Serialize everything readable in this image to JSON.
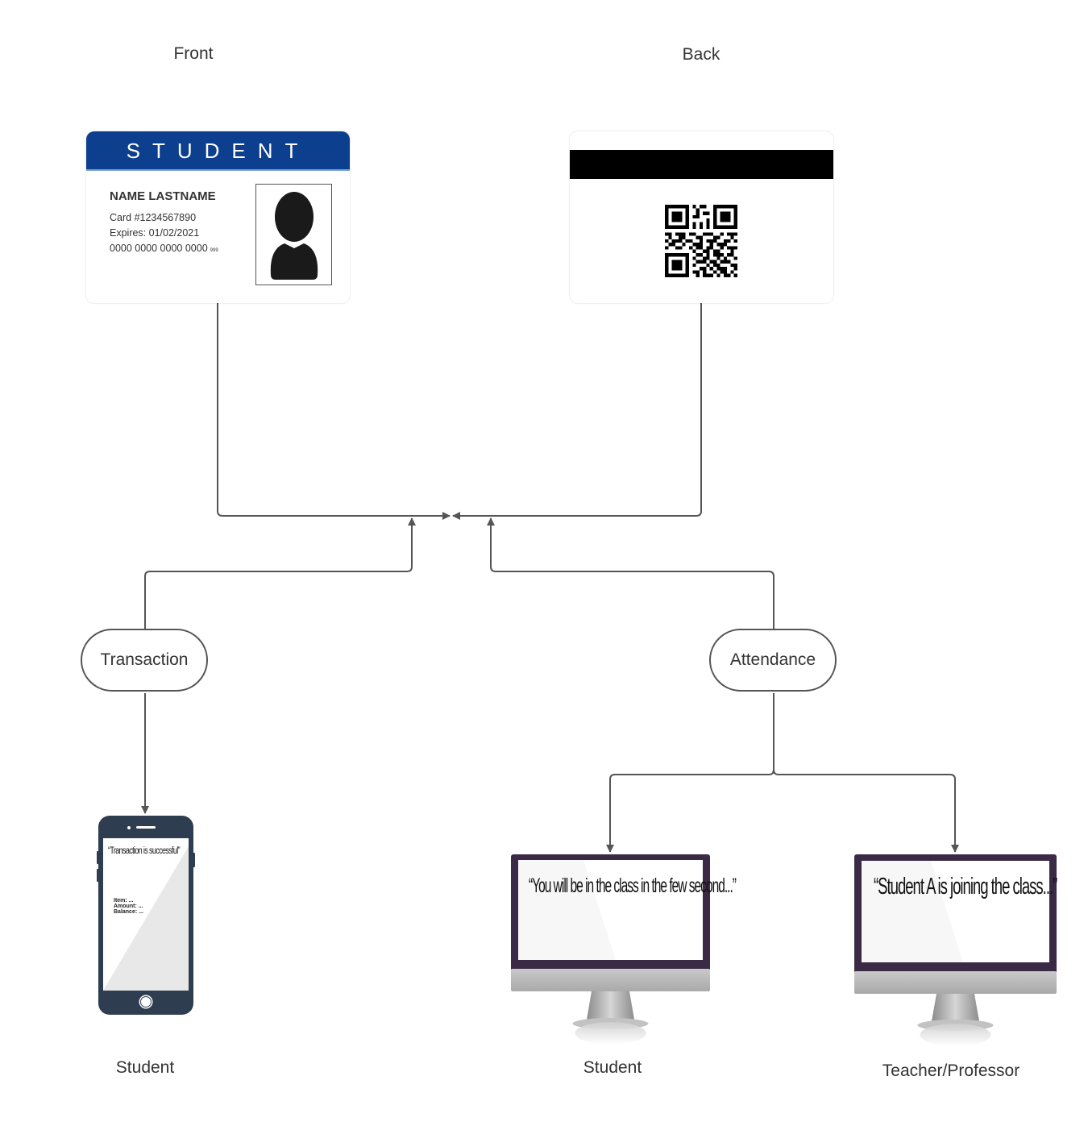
{
  "labels": {
    "front": "Front",
    "back": "Back"
  },
  "front_card": {
    "header": "STUDENT",
    "name": "NAME LASTNAME",
    "card_number": "Card #1234567890",
    "expires": "Expires: 01/02/2021",
    "account": "0000 0000 0000 0000",
    "account_suffix": "999"
  },
  "nodes": {
    "transaction": "Transaction",
    "attendance": "Attendance"
  },
  "phone": {
    "message": "“Transaction is successful”",
    "item": "Item: ...",
    "amount": "Amount: ...",
    "balance": "Balance: ...",
    "caption": "Student"
  },
  "monitor_student": {
    "message": "“You will be in the class in the few second...”",
    "caption": "Student"
  },
  "monitor_teacher": {
    "message": "“Student A is joining the class...”",
    "caption": "Teacher/Professor"
  },
  "colors": {
    "card_band": "#0d3f8f",
    "phone_body": "#2e3e50",
    "monitor_frame": "#3a2a45",
    "connector": "#555555"
  },
  "icons": [
    "person-silhouette-icon",
    "qr-code-icon",
    "phone-icon",
    "monitor-icon"
  ]
}
